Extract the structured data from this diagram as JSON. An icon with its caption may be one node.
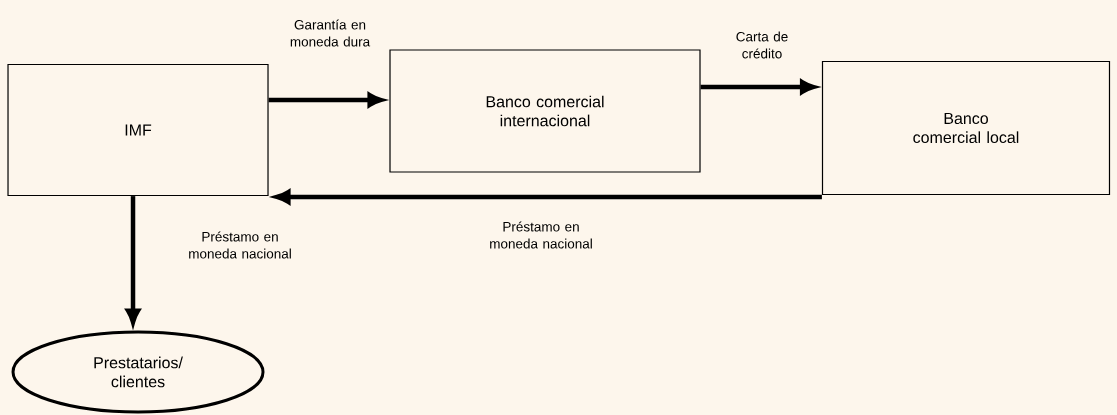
{
  "diagram": {
    "nodes": [
      {
        "text": [
          "IMF"
        ]
      },
      {
        "text": [
          "Banco comercial internacional"
        ]
      },
      {
        "text": [
          "Banco comercial local"
        ]
      },
      {
        "text": [
          "Prestatarios/ clientes"
        ]
      }
    ],
    "edges": [
      {
        "from": 0,
        "to": 1,
        "arrow": "to",
        "label": "Garantía en moneda dura"
      },
      {
        "from": 1,
        "to": 2,
        "arrow": "to",
        "label": "Carta de crédito"
      },
      {
        "from": 2,
        "to": 0,
        "arrow": "to",
        "label": "Préstamo en moneda nacional"
      },
      {
        "from": 0,
        "to": 3,
        "arrow": "to",
        "label": "Préstamo en moneda nacional"
      }
    ]
  }
}
